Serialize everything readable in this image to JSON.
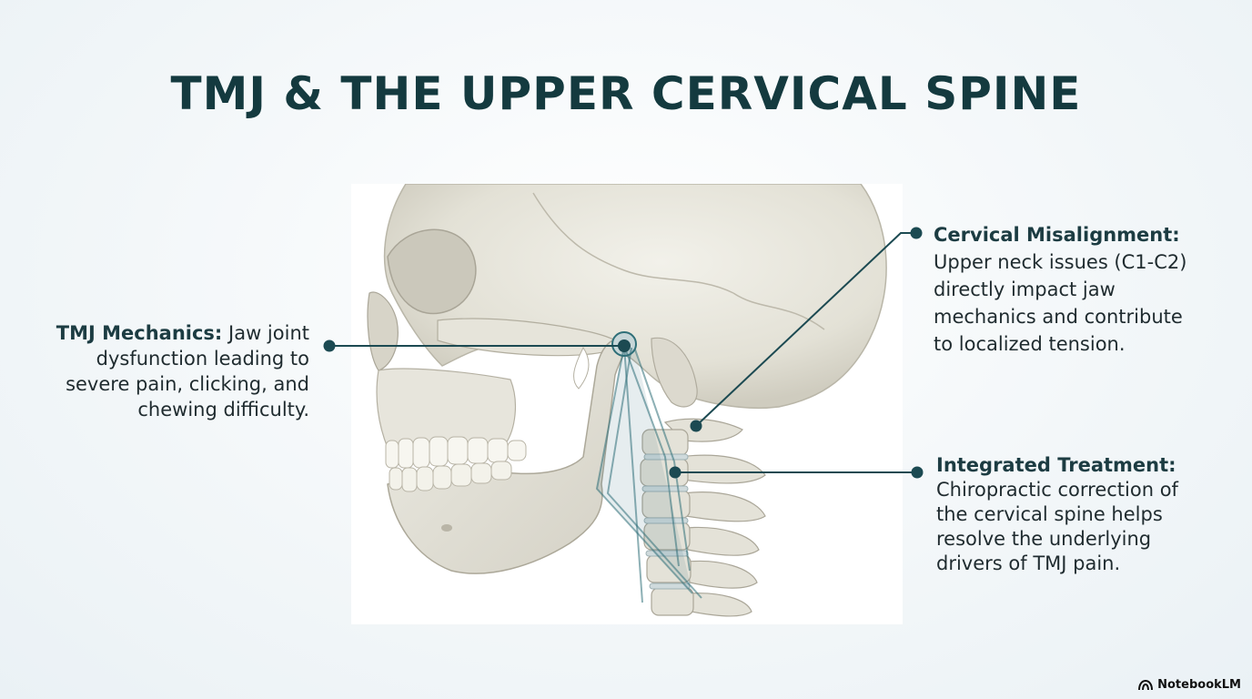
{
  "title": "TMJ & THE UPPER CERVICAL SPINE",
  "callouts": {
    "tmj": {
      "heading": "TMJ Mechanics:",
      "text": " Jaw joint dysfunction leading to severe pain, clicking, and chewing difficulty."
    },
    "cervical": {
      "heading": "Cervical Misalignment:",
      "text": "Upper neck issues (C1-C2) directly impact jaw mechanics and contribute to localized tension."
    },
    "treatment": {
      "heading": "Integrated Treatment:",
      "text": "Chiropractic correction of the cervical spine helps resolve the underlying drivers of TMJ pain."
    }
  },
  "branding": {
    "label": "NotebookLM",
    "icon": "notebooklm-logo-icon"
  },
  "colors": {
    "title": "#143a3f",
    "leader": "#1c4a52",
    "bone": "#e9e7dd",
    "highlight": "#2f6f78"
  }
}
